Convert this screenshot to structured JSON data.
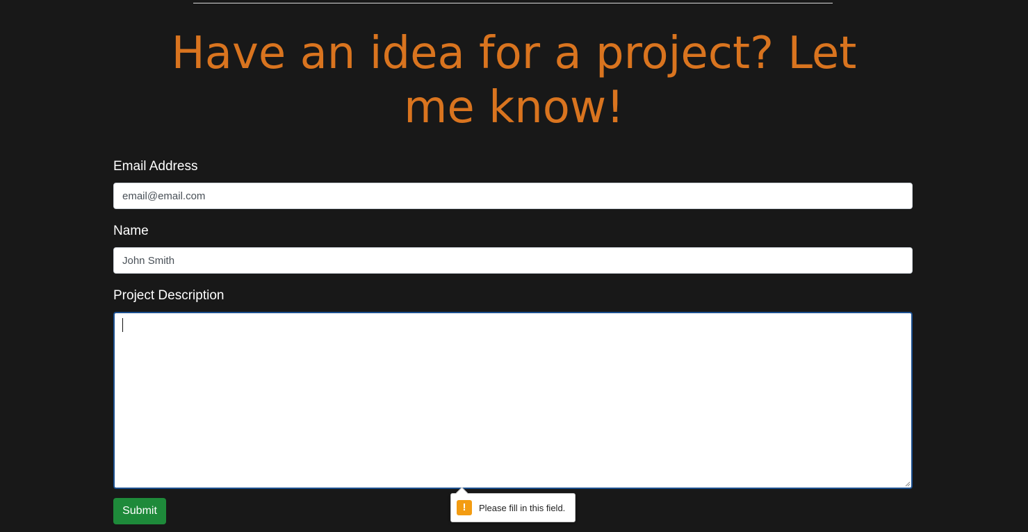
{
  "heading": "Have an idea for a project? Let me know!",
  "form": {
    "email": {
      "label": "Email Address",
      "placeholder": "email@email.com",
      "value": ""
    },
    "name": {
      "label": "Name",
      "placeholder": "John Smith",
      "value": ""
    },
    "description": {
      "label": "Project Description",
      "value": ""
    },
    "submit_label": "Submit"
  },
  "validation_tooltip": {
    "message": "Please fill in this field.",
    "icon": "warning-icon",
    "icon_color": "#f39c12"
  },
  "colors": {
    "background": "#181818",
    "heading": "#d9741f",
    "submit_button": "#1e8a3a",
    "focus_border": "#1b4f8f"
  }
}
